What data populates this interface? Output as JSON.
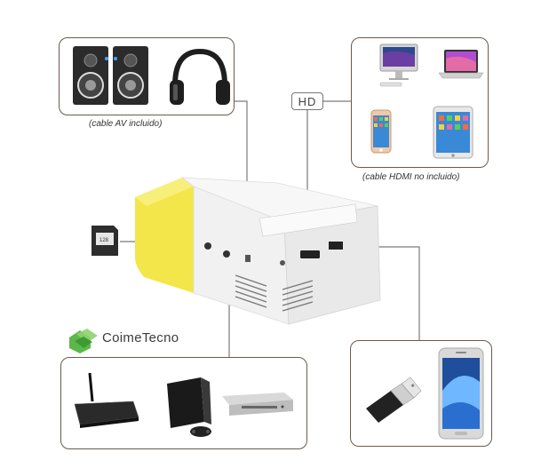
{
  "captions": {
    "av": "(cable AV incluido)",
    "hdmi": "(cable HDMI no incluido)"
  },
  "hd_label": "HD",
  "brand": "CoimeTecno",
  "sd_card_text": "128",
  "icons": [
    "speakers-icon",
    "headphones-icon",
    "imac-icon",
    "macbook-icon",
    "iphone-icon",
    "ipad-icon",
    "sd-card-icon",
    "tv-box-icon",
    "game-console-icon",
    "dvd-player-icon",
    "usb-drive-icon",
    "smartphone-icon",
    "projector-icon",
    "logo-icon"
  ],
  "colors": {
    "border": "#6b5a4e",
    "yellow": "#f3e64a",
    "projector_white": "#f4f4f4",
    "logo_green": "#5cb84a"
  }
}
